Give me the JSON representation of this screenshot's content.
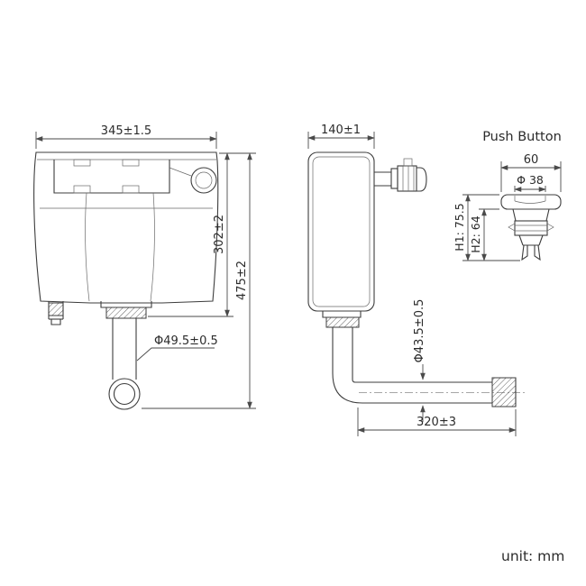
{
  "front_view": {
    "width_dim": "345±1.5",
    "tank_height_dim": "302±2",
    "overall_height_dim": "475±2",
    "outlet_diameter_dim": "Φ49.5±0.5"
  },
  "side_view": {
    "depth_dim": "140±1",
    "pipe_diameter_dim": "Φ43.5±0.5",
    "pipe_length_dim": "320±3"
  },
  "push_button": {
    "title": "Push Button",
    "width_dim": "60",
    "button_diameter_dim": "Φ 38",
    "height1_dim": "H1: 75.5",
    "height2_dim": "H2: 64"
  },
  "footer": {
    "unit_label": "unit: mm"
  }
}
